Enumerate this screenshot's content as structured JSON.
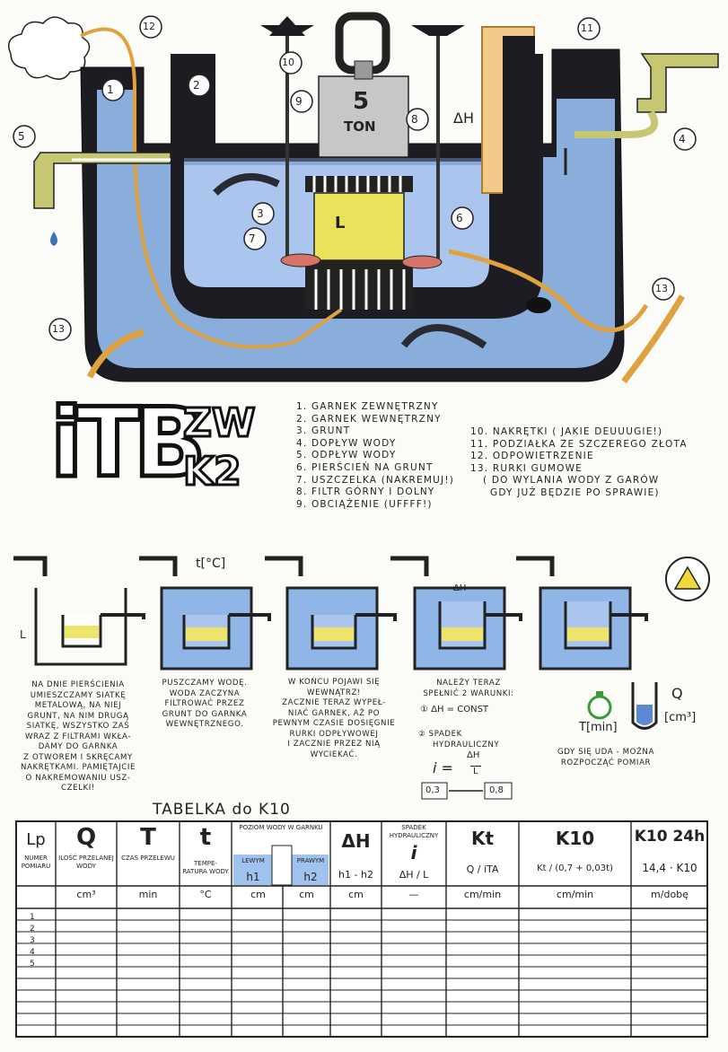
{
  "callouts": [
    "1",
    "2",
    "3",
    "4",
    "5",
    "6",
    "7",
    "8",
    "9",
    "10",
    "11",
    "12",
    "13",
    "13"
  ],
  "weight": {
    "number": "5",
    "unit": "TON"
  },
  "diagram_labels": {
    "L": "L",
    "dH": "ΔH"
  },
  "logo": {
    "main": "iTB",
    "top": "ZW",
    "bottom": "K2"
  },
  "legend_left": [
    "1. GARNEK ZEWNĘTRZNY",
    "2. GARNEK WEWNĘTRZNY",
    "3. GRUNT",
    "4. DOPŁYW WODY",
    "5. ODPŁYW WODY",
    "6. PIERŚCIEŃ NA GRUNT",
    "7. USZCZELKA (NAKREMUJ!)",
    "8. FILTR GÓRNY I DOLNY",
    "9. OBCIĄŻENIE (Uffff!)"
  ],
  "legend_right": [
    "10. NAKRĘTKI ( JAKIE DEUUUGIE!)",
    "11. PODZIAŁKA ZE SZCZEREGO ZŁOTA",
    "12. ODPOWIETRZENIE",
    "13. RURKI GUMOWE",
    "( DO WYLANIA WODY Z GARÓW",
    "GDY JUŻ BĘDZIE PO SPRAWIE)"
  ],
  "steps": {
    "temp_label": "t[°C]",
    "L": "L",
    "dH": "ΔH",
    "note1": [
      "NA DNIE PIERŚCIENIA",
      "UMIESZCZAMY SIATKĘ",
      "METALOWĄ, NA NIEJ",
      "GRUNT, NA NIM DRUGĄ",
      "SIATKĘ, WSZYSTKO ZAŚ",
      "WRAZ Z FILTRAMI WKŁA-",
      "DAMY DO GARNKA",
      "Z OTWOREM I SKRĘCAMY",
      "NAKRĘTKAMI. PAMIĘTAJCIE",
      "O NAKREMOWANIU USZ-",
      "CZELKI!"
    ],
    "note2": [
      "PUSZCZAMY WODĘ.",
      "WODA ZACZYNA",
      "FILTROWAĆ PRZEZ",
      "GRUNT DO GARNKA",
      "WEWNĘTRZNEGO."
    ],
    "note3": [
      "W KOŃCU POJAWI SIĘ",
      "WEWNĄTRZ!",
      "ZACZNIE TERAZ WYPEŁ-",
      "NIAĆ GARNEK, AŻ PO",
      "PEWNYM CZASIE DOSIĘGNIE",
      "RURKI ODPŁYWOWEJ",
      "I ZACZNIE PRZEZ NIĄ",
      "WYCIEKAĆ."
    ],
    "note4_head": [
      "NALEŻY TERAZ",
      "SPEŁNIĆ 2 WARUNKI:"
    ],
    "cond1": "① ΔH = CONST",
    "cond2": [
      "② SPADEK",
      "HYDRAULICZNY"
    ],
    "i_formula": {
      "i": "i =",
      "num": "ΔH",
      "den": "L"
    },
    "range": {
      "low": "0,3",
      "high": "0,8"
    },
    "t_min": "T[min]",
    "Q": "Q",
    "cm3": "[cm³]",
    "note5": [
      "GDY SIĘ UDA - MOŻNA",
      "ROZPOCZĄĆ POMIAR"
    ]
  },
  "table": {
    "title": "TABELKA do K10",
    "headers": [
      {
        "sym": "Lp",
        "sub": "NUMER POMIARU",
        "formula": "",
        "unit": ""
      },
      {
        "sym": "Q",
        "sub": "ILOŚĆ PRZELANEJ WODY",
        "formula": "",
        "unit": "cm³"
      },
      {
        "sym": "T",
        "sub": "CZAS PRZELEWU",
        "formula": "",
        "unit": "min"
      },
      {
        "sym": "t",
        "sub": "TEMPE- RATURA WODY",
        "formula": "",
        "unit": "°C"
      },
      {
        "sym": "h1",
        "sub": "LEWYM",
        "formula": "",
        "unit": "cm"
      },
      {
        "sym": "h2",
        "sub": "PRAWYM",
        "formula": "",
        "unit": "cm"
      },
      {
        "sym": "ΔH",
        "sub": "",
        "formula": "h1 - h2",
        "unit": "cm"
      },
      {
        "sym": "i",
        "sub": "SPADEK HYDRAULICZNY",
        "formula": "ΔH / L",
        "unit": "—"
      },
      {
        "sym": "Kt",
        "sub": "",
        "formula": "Q / iTA",
        "unit": "cm/min"
      },
      {
        "sym": "K10",
        "sub": "",
        "formula": "Kt / (0,7 + 0,03t)",
        "unit": "cm/min"
      },
      {
        "sym": "K10 24h",
        "sub": "",
        "formula": "14,4 · K10",
        "unit": "m/dobę"
      }
    ],
    "level_header": "POZIOM WODY W GARNKU",
    "rows": [
      "1",
      "2",
      "3",
      "4",
      "5"
    ]
  }
}
